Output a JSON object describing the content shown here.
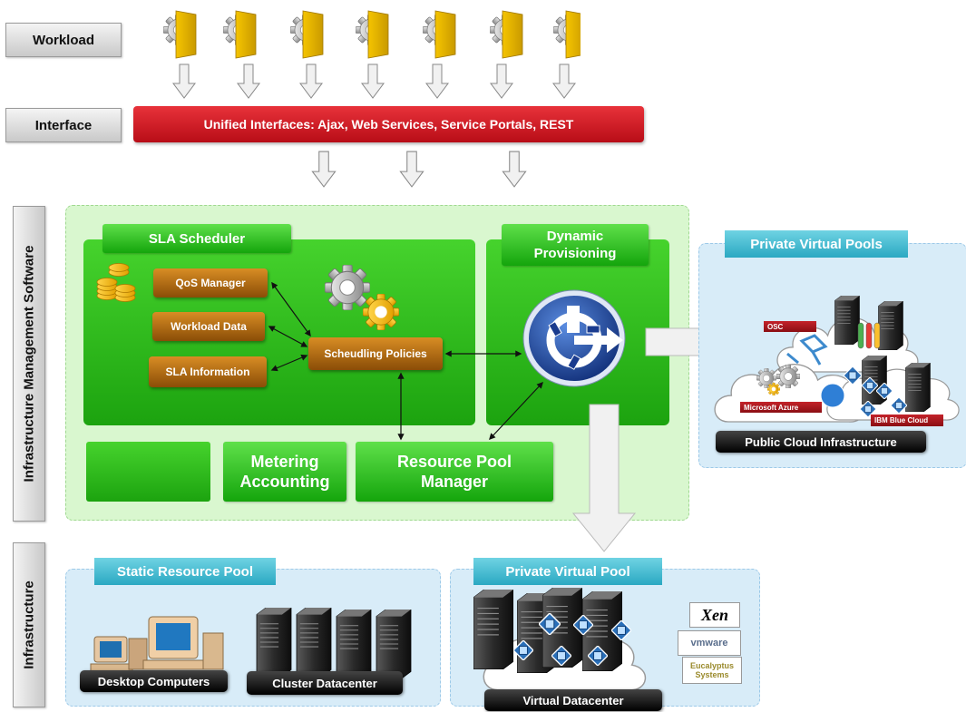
{
  "labels": {
    "workload": "Workload",
    "interface": "Interface",
    "infra_mgmt": "Infrastructure Management Software",
    "infrastructure": "Infrastructure"
  },
  "interface_bar": "Unified Interfaces: Ajax, Web Services, Service Portals, REST",
  "sla": {
    "title": "SLA Scheduler",
    "qos": "QoS Manager",
    "workload_data": "Workload Data",
    "sla_info": "SLA Information",
    "policies": "Scheudling Policies"
  },
  "dynamic": {
    "line1": "Dynamic",
    "line2": "Provisioning"
  },
  "metering": {
    "line1": "Metering",
    "line2": "Accounting"
  },
  "resource_pool": {
    "line1": "Resource Pool",
    "line2": "Manager"
  },
  "private_virtual_pools": {
    "title": "Private Virtual Pools",
    "tags": [
      "OSC",
      "Microsoft Azure",
      "IBM Blue Cloud"
    ],
    "footer": "Public Cloud Infrastructure"
  },
  "static_pool": {
    "title": "Static Resource Pool",
    "desktop": "Desktop Computers",
    "cluster": "Cluster Datacenter"
  },
  "private_virtual_pool": {
    "title": "Private Virtual Pool",
    "footer": "Virtual Datacenter",
    "logos": [
      "Xen",
      "vmware",
      "Eucalyptus Systems"
    ]
  },
  "colors": {
    "red": "#d71f27",
    "green": "#22b014",
    "teal": "#35b4cc",
    "brown": "#a0600d"
  }
}
